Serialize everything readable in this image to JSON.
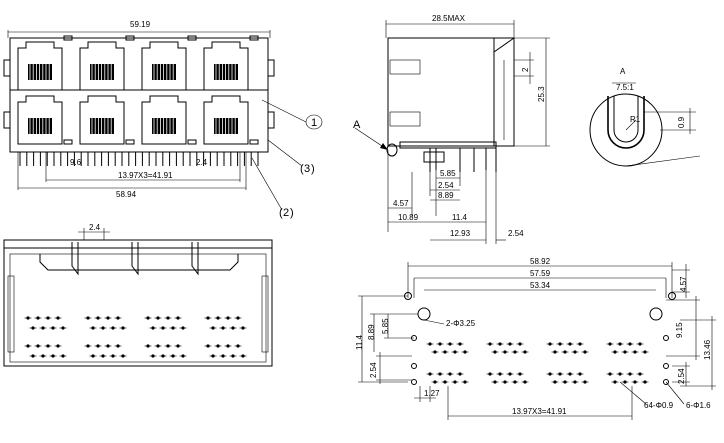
{
  "front_view": {
    "width_top": "59.19",
    "width_bottom": "58.94",
    "pitch": "13.97X3=41.91",
    "dim_left": "9.6",
    "dim_right": "2.4",
    "callout_1": "1",
    "callout_2": "2",
    "callout_3": "3"
  },
  "side_view": {
    "max_width": "28.5MAX",
    "dim_2": "2",
    "height": "25.3",
    "view_label": "A",
    "d_585": "5.85",
    "d_254a": "2.54",
    "d_889": "8.89",
    "d_457": "4.57",
    "d_1089": "10.89",
    "d_114": "11.4",
    "d_1293": "12.93",
    "d_254b": "2.54"
  },
  "detail_a": {
    "label": "A",
    "scale": "7.5:1",
    "radius": "R1",
    "dim_09": "0.9"
  },
  "bottom_view": {
    "dim_24": "2.4"
  },
  "footprint": {
    "w_5892": "58.92",
    "w_5759": "57.59",
    "w_5334": "53.34",
    "d_457": "4.57",
    "hole_note": "2-Φ3.25",
    "d_114": "11.4",
    "d_889": "8.89",
    "d_585": "5.85",
    "d_915": "9.15",
    "d_1346": "13.46",
    "d_254a": "2.54",
    "d_254b": "2.54",
    "d_127": "1.27",
    "pitch": "13.97X3=41.91",
    "pin_note_1": "64-Φ0.9",
    "pin_note_2": "6-Φ1.6"
  }
}
